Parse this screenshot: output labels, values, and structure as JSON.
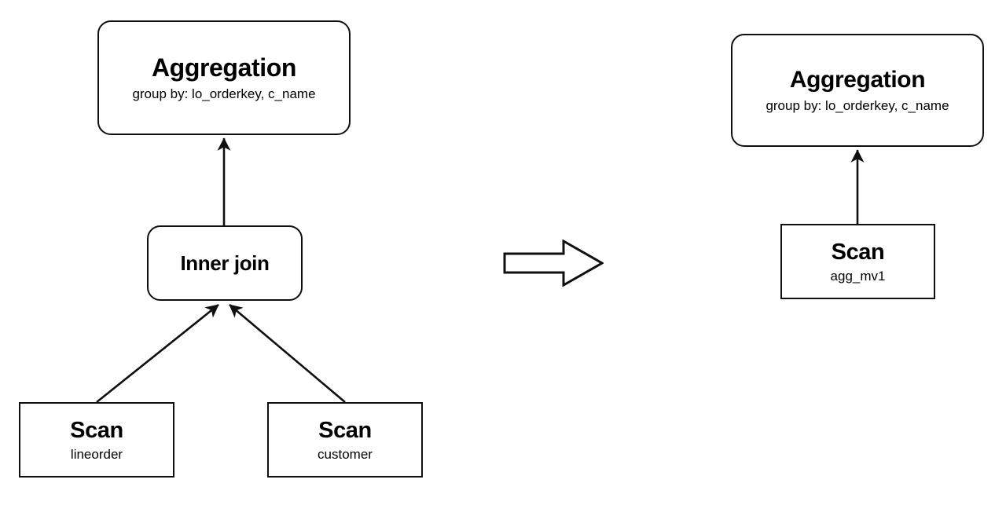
{
  "diagram": {
    "type": "query-plan-rewrite",
    "left_plan": {
      "name": "original-plan",
      "nodes": [
        {
          "id": "aggregation",
          "title": "Aggregation",
          "subtitle": "group by: lo_orderkey, c_name",
          "shape": "rounded-rect"
        },
        {
          "id": "inner-join",
          "title": "Inner join",
          "subtitle": "",
          "shape": "rounded-rect"
        },
        {
          "id": "scan-lineorder",
          "title": "Scan",
          "subtitle": "lineorder",
          "shape": "rect"
        },
        {
          "id": "scan-customer",
          "title": "Scan",
          "subtitle": "customer",
          "shape": "rect"
        }
      ],
      "edges": [
        {
          "from": "inner-join",
          "to": "aggregation",
          "style": "straight-arrow"
        },
        {
          "from": "scan-lineorder",
          "to": "inner-join",
          "style": "diagonal-arrow"
        },
        {
          "from": "scan-customer",
          "to": "inner-join",
          "style": "diagonal-arrow"
        }
      ]
    },
    "transform": {
      "icon": "block-arrow-right-icon",
      "direction": "right"
    },
    "right_plan": {
      "name": "rewritten-plan",
      "nodes": [
        {
          "id": "aggregation",
          "title": "Aggregation",
          "subtitle": "group by: lo_orderkey, c_name",
          "shape": "rounded-rect"
        },
        {
          "id": "scan-agg-mv1",
          "title": "Scan",
          "subtitle": "agg_mv1",
          "shape": "rect"
        }
      ],
      "edges": [
        {
          "from": "scan-agg-mv1",
          "to": "aggregation",
          "style": "straight-arrow"
        }
      ]
    },
    "colors": {
      "background": "#ffffff",
      "stroke": "#0f0f0f",
      "fill": "#ffffff",
      "text": "#000000"
    }
  }
}
